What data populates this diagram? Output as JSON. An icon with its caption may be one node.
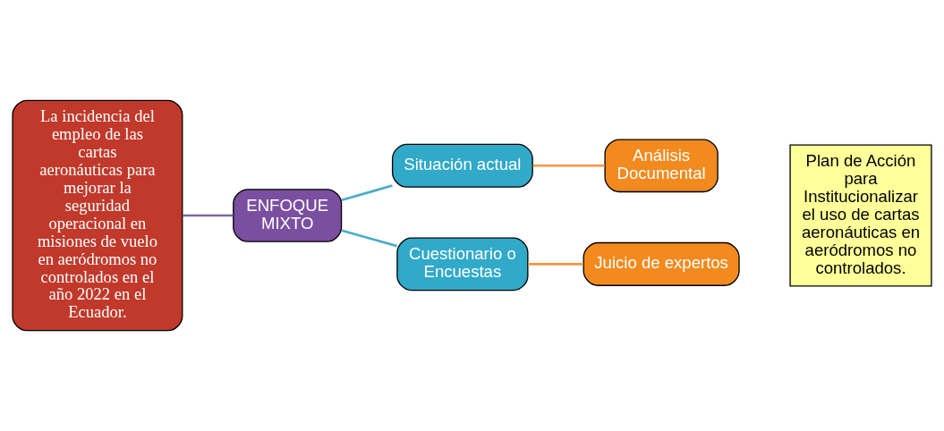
{
  "diagram": {
    "nodes": [
      {
        "text": [
          "La incidencia del empleo de las cartas aeronáuticas para mejorar la seguridad operacional en misiones de vuelo en aeródromos no controlados en el año 2022 en el Ecuador."
        ]
      },
      {
        "text": [
          "ENFOQUE MIXTO"
        ]
      },
      {
        "text": [
          "Situación actual"
        ]
      },
      {
        "text": [
          "Cuestionario o Encuestas"
        ]
      },
      {
        "text": [
          "Análisis Documental"
        ]
      },
      {
        "text": [
          "Juicio de expertos"
        ]
      },
      {
        "text": [
          "Plan de Acción para Institucionalizar el uso de cartas aeronáuticas en aeródromos no controlados."
        ]
      }
    ],
    "edges": [
      {
        "from": 0,
        "to": 1,
        "arrow": "none",
        "color": "#8064a2"
      },
      {
        "from": 1,
        "to": 2,
        "arrow": "none",
        "color": "#4bacc6"
      },
      {
        "from": 1,
        "to": 3,
        "arrow": "none",
        "color": "#4bacc6"
      },
      {
        "from": 2,
        "to": 4,
        "arrow": "none",
        "color": "#f79646"
      },
      {
        "from": 3,
        "to": 5,
        "arrow": "none",
        "color": "#f79646"
      }
    ]
  }
}
